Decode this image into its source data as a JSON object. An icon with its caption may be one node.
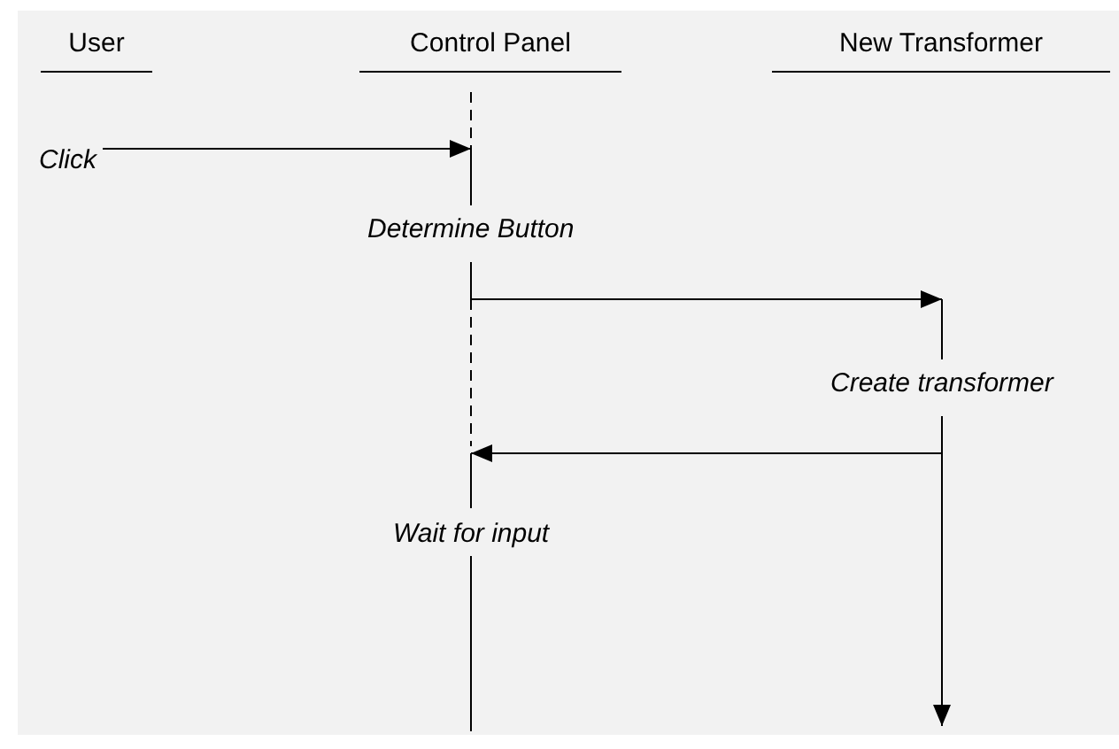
{
  "diagram": {
    "nodes": [
      {
        "text": [
          "User"
        ]
      },
      {
        "text": [
          "Control Panel"
        ]
      },
      {
        "text": [
          "New Transformer"
        ]
      },
      {
        "text": [
          "Click"
        ]
      }
    ],
    "edges": [
      {
        "from": 3,
        "to": 1,
        "arrow": "to"
      },
      {
        "from": 1,
        "to": 2,
        "arrow": "to"
      },
      {
        "from": 2,
        "to": 1,
        "arrow": "to"
      }
    ],
    "labels": [
      "Determine Button",
      "Create transformer",
      "Wait for input"
    ]
  }
}
